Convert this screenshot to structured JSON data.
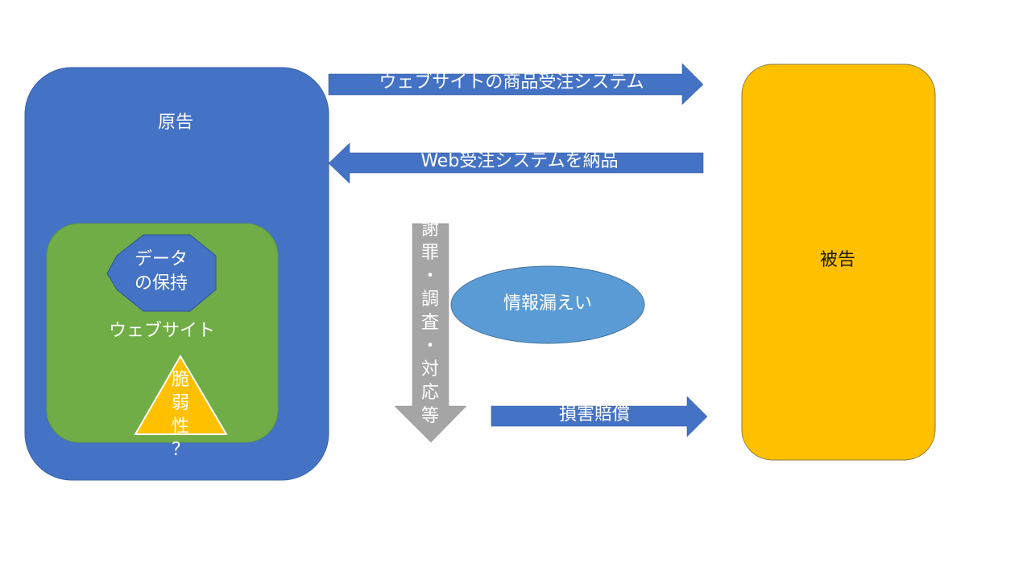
{
  "plaintiff": {
    "label": "原告",
    "color": "#4472C4"
  },
  "defendant": {
    "label": "被告",
    "color": "#FFC000"
  },
  "website": {
    "label": "ウェブサイト",
    "color": "#70AD47"
  },
  "data_holding": {
    "line1": "データ",
    "line2": "の保持",
    "color": "#4472C4"
  },
  "vulnerability": {
    "chars": [
      "脆",
      "弱",
      "性",
      "？"
    ],
    "color": "#FFC000"
  },
  "leak": {
    "label": "情報漏えい",
    "color": "#5B9BD5"
  },
  "arrows": {
    "order_system": {
      "label": "ウェブサイトの商品受注システム",
      "direction": "right",
      "color": "#4472C4"
    },
    "delivery": {
      "label": "Web受注システムを納品",
      "direction": "left",
      "color": "#4472C4"
    },
    "apology": {
      "chars": [
        "謝",
        "罪",
        "・",
        "調",
        "査",
        "・",
        "対",
        "応",
        "等"
      ],
      "direction": "down",
      "color": "#A5A5A5"
    },
    "damages": {
      "label": "損害賠償",
      "direction": "right",
      "color": "#4472C4"
    }
  }
}
